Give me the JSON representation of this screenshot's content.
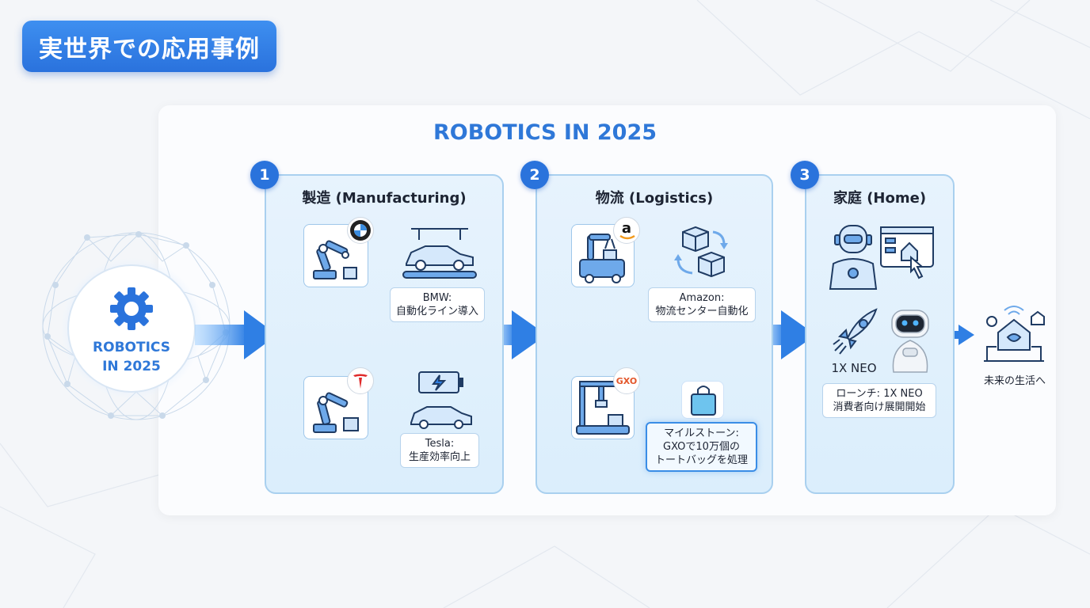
{
  "slide_title": "実世界での応用事例",
  "main_heading": "ROBOTICS IN 2025",
  "hub": {
    "line1": "ROBOTICS",
    "line2": "IN 2025"
  },
  "sections": [
    {
      "number": "1",
      "title": "製造 (Manufacturing)"
    },
    {
      "number": "2",
      "title": "物流 (Logistics)"
    },
    {
      "number": "3",
      "title": "家庭 (Home)"
    }
  ],
  "manufacturing": {
    "bmw": {
      "line1": "BMW:",
      "line2": "自動化ライン導入"
    },
    "tesla": {
      "line1": "Tesla:",
      "line2": "生産効率向上"
    }
  },
  "logistics": {
    "amazon": {
      "logo": "a",
      "line1": "Amazon:",
      "line2": "物流センター自動化"
    },
    "gxo": {
      "logo": "GXO",
      "line1": "マイルストーン:",
      "line2": "GXOで10万個の",
      "line3": "トートバッグを処理"
    }
  },
  "home": {
    "product": "1X NEO",
    "launch": {
      "line1": "ローンチ: 1X NEO",
      "line2": "消費者向け展開開始"
    },
    "future": "未来の生活へ"
  },
  "colors": {
    "accent": "#2a73dc",
    "panel_border": "#a9d0ef",
    "arrow": "#2f7fe4"
  }
}
